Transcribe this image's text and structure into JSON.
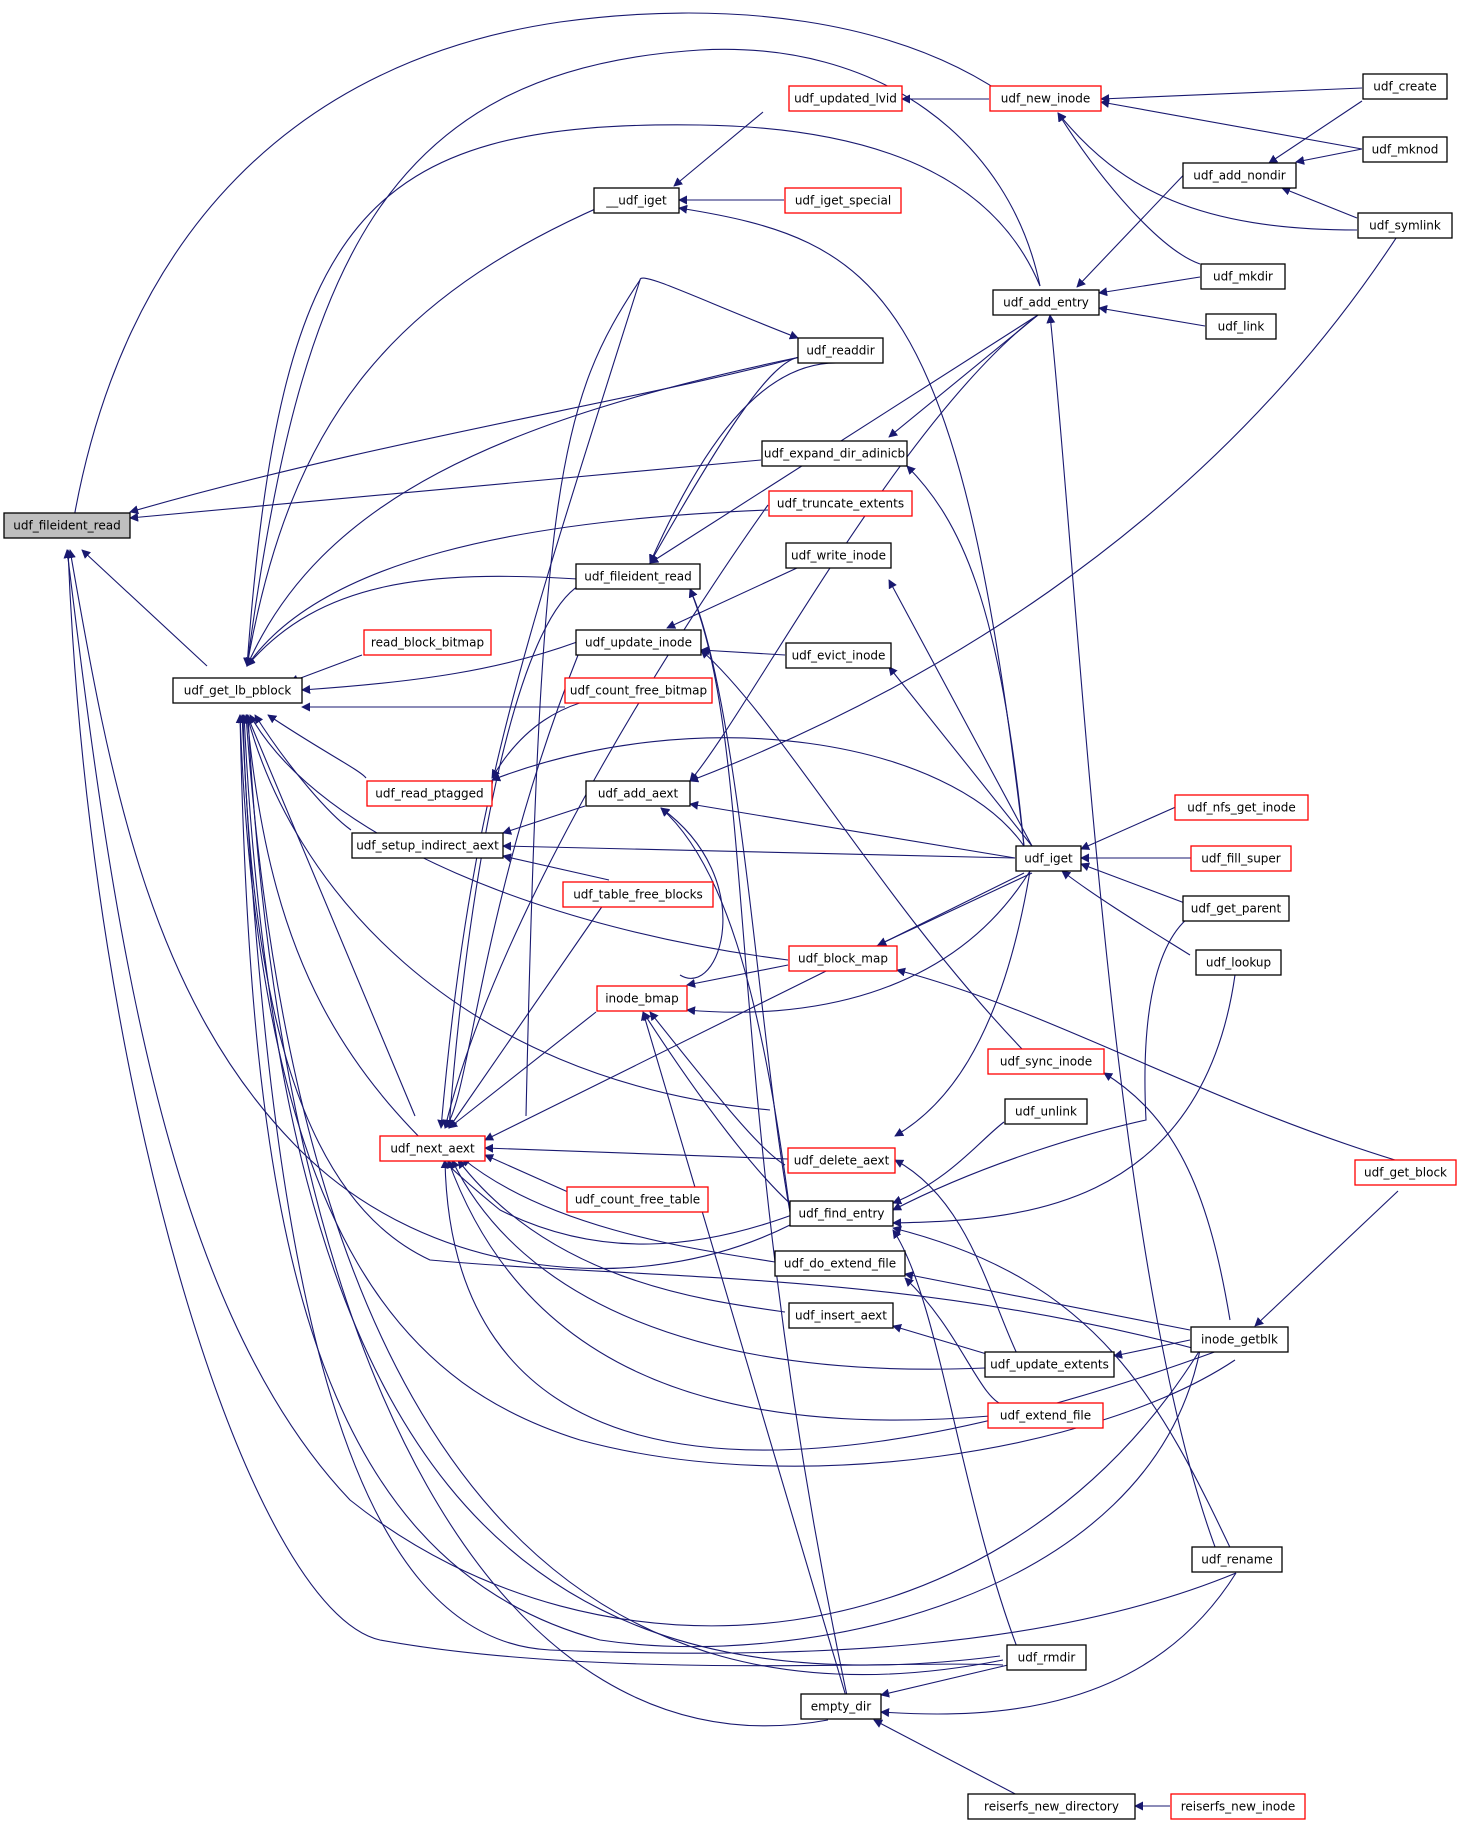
{
  "diagram": {
    "type": "call-graph",
    "colors": {
      "edge": "#191970",
      "node_border_default": "#000000",
      "node_border_truncated": "#ff0000",
      "focus_fill": "#bfbfbf",
      "node_fill": "#ffffff"
    },
    "nodes": [
      {
        "id": "n0",
        "label": "udf_fileident_read",
        "style": "focus"
      },
      {
        "id": "n1",
        "label": "udf_get_lb_pblock",
        "style": "normal"
      },
      {
        "id": "n2",
        "label": "udf_new_inode",
        "style": "truncated"
      },
      {
        "id": "n3",
        "label": "udf_updated_lvid",
        "style": "truncated"
      },
      {
        "id": "n4",
        "label": "udf_create",
        "style": "normal"
      },
      {
        "id": "n5",
        "label": "udf_mknod",
        "style": "normal"
      },
      {
        "id": "n6",
        "label": "udf_add_nondir",
        "style": "normal"
      },
      {
        "id": "n7",
        "label": "udf_symlink",
        "style": "normal"
      },
      {
        "id": "n8",
        "label": "__udf_iget",
        "style": "normal"
      },
      {
        "id": "n9",
        "label": "udf_iget_special",
        "style": "truncated"
      },
      {
        "id": "n10",
        "label": "udf_add_entry",
        "style": "normal"
      },
      {
        "id": "n11",
        "label": "udf_mkdir",
        "style": "normal"
      },
      {
        "id": "n12",
        "label": "udf_link",
        "style": "normal"
      },
      {
        "id": "n13",
        "label": "udf_readdir",
        "style": "normal"
      },
      {
        "id": "n14",
        "label": "udf_expand_dir_adinicb",
        "style": "normal"
      },
      {
        "id": "n15",
        "label": "udf_truncate_extents",
        "style": "truncated"
      },
      {
        "id": "n16",
        "label": "udf_write_inode",
        "style": "normal"
      },
      {
        "id": "n17",
        "label": "udf_fileident_read",
        "style": "normal"
      },
      {
        "id": "n18",
        "label": "read_block_bitmap",
        "style": "truncated"
      },
      {
        "id": "n19",
        "label": "udf_update_inode",
        "style": "normal"
      },
      {
        "id": "n20",
        "label": "udf_evict_inode",
        "style": "normal"
      },
      {
        "id": "n21",
        "label": "udf_count_free_bitmap",
        "style": "truncated"
      },
      {
        "id": "n22",
        "label": "udf_read_ptagged",
        "style": "truncated"
      },
      {
        "id": "n23",
        "label": "udf_add_aext",
        "style": "normal"
      },
      {
        "id": "n24",
        "label": "udf_nfs_get_inode",
        "style": "truncated"
      },
      {
        "id": "n25",
        "label": "udf_setup_indirect_aext",
        "style": "normal"
      },
      {
        "id": "n26",
        "label": "udf_iget",
        "style": "normal"
      },
      {
        "id": "n27",
        "label": "udf_fill_super",
        "style": "truncated"
      },
      {
        "id": "n28",
        "label": "udf_table_free_blocks",
        "style": "truncated"
      },
      {
        "id": "n29",
        "label": "udf_get_parent",
        "style": "normal"
      },
      {
        "id": "n30",
        "label": "udf_block_map",
        "style": "truncated"
      },
      {
        "id": "n31",
        "label": "udf_lookup",
        "style": "normal"
      },
      {
        "id": "n32",
        "label": "inode_bmap",
        "style": "truncated"
      },
      {
        "id": "n33",
        "label": "udf_sync_inode",
        "style": "truncated"
      },
      {
        "id": "n34",
        "label": "udf_unlink",
        "style": "normal"
      },
      {
        "id": "n35",
        "label": "udf_next_aext",
        "style": "truncated"
      },
      {
        "id": "n36",
        "label": "udf_delete_aext",
        "style": "truncated"
      },
      {
        "id": "n37",
        "label": "udf_get_block",
        "style": "truncated"
      },
      {
        "id": "n38",
        "label": "udf_count_free_table",
        "style": "truncated"
      },
      {
        "id": "n39",
        "label": "udf_find_entry",
        "style": "normal"
      },
      {
        "id": "n40",
        "label": "udf_do_extend_file",
        "style": "normal"
      },
      {
        "id": "n41",
        "label": "udf_insert_aext",
        "style": "normal"
      },
      {
        "id": "n42",
        "label": "inode_getblk",
        "style": "normal"
      },
      {
        "id": "n43",
        "label": "udf_update_extents",
        "style": "normal"
      },
      {
        "id": "n44",
        "label": "udf_extend_file",
        "style": "truncated"
      },
      {
        "id": "n45",
        "label": "udf_rename",
        "style": "normal"
      },
      {
        "id": "n46",
        "label": "udf_rmdir",
        "style": "normal"
      },
      {
        "id": "n47",
        "label": "empty_dir",
        "style": "normal"
      },
      {
        "id": "n48",
        "label": "reiserfs_new_directory",
        "style": "normal"
      },
      {
        "id": "n49",
        "label": "reiserfs_new_inode",
        "style": "truncated"
      }
    ]
  }
}
